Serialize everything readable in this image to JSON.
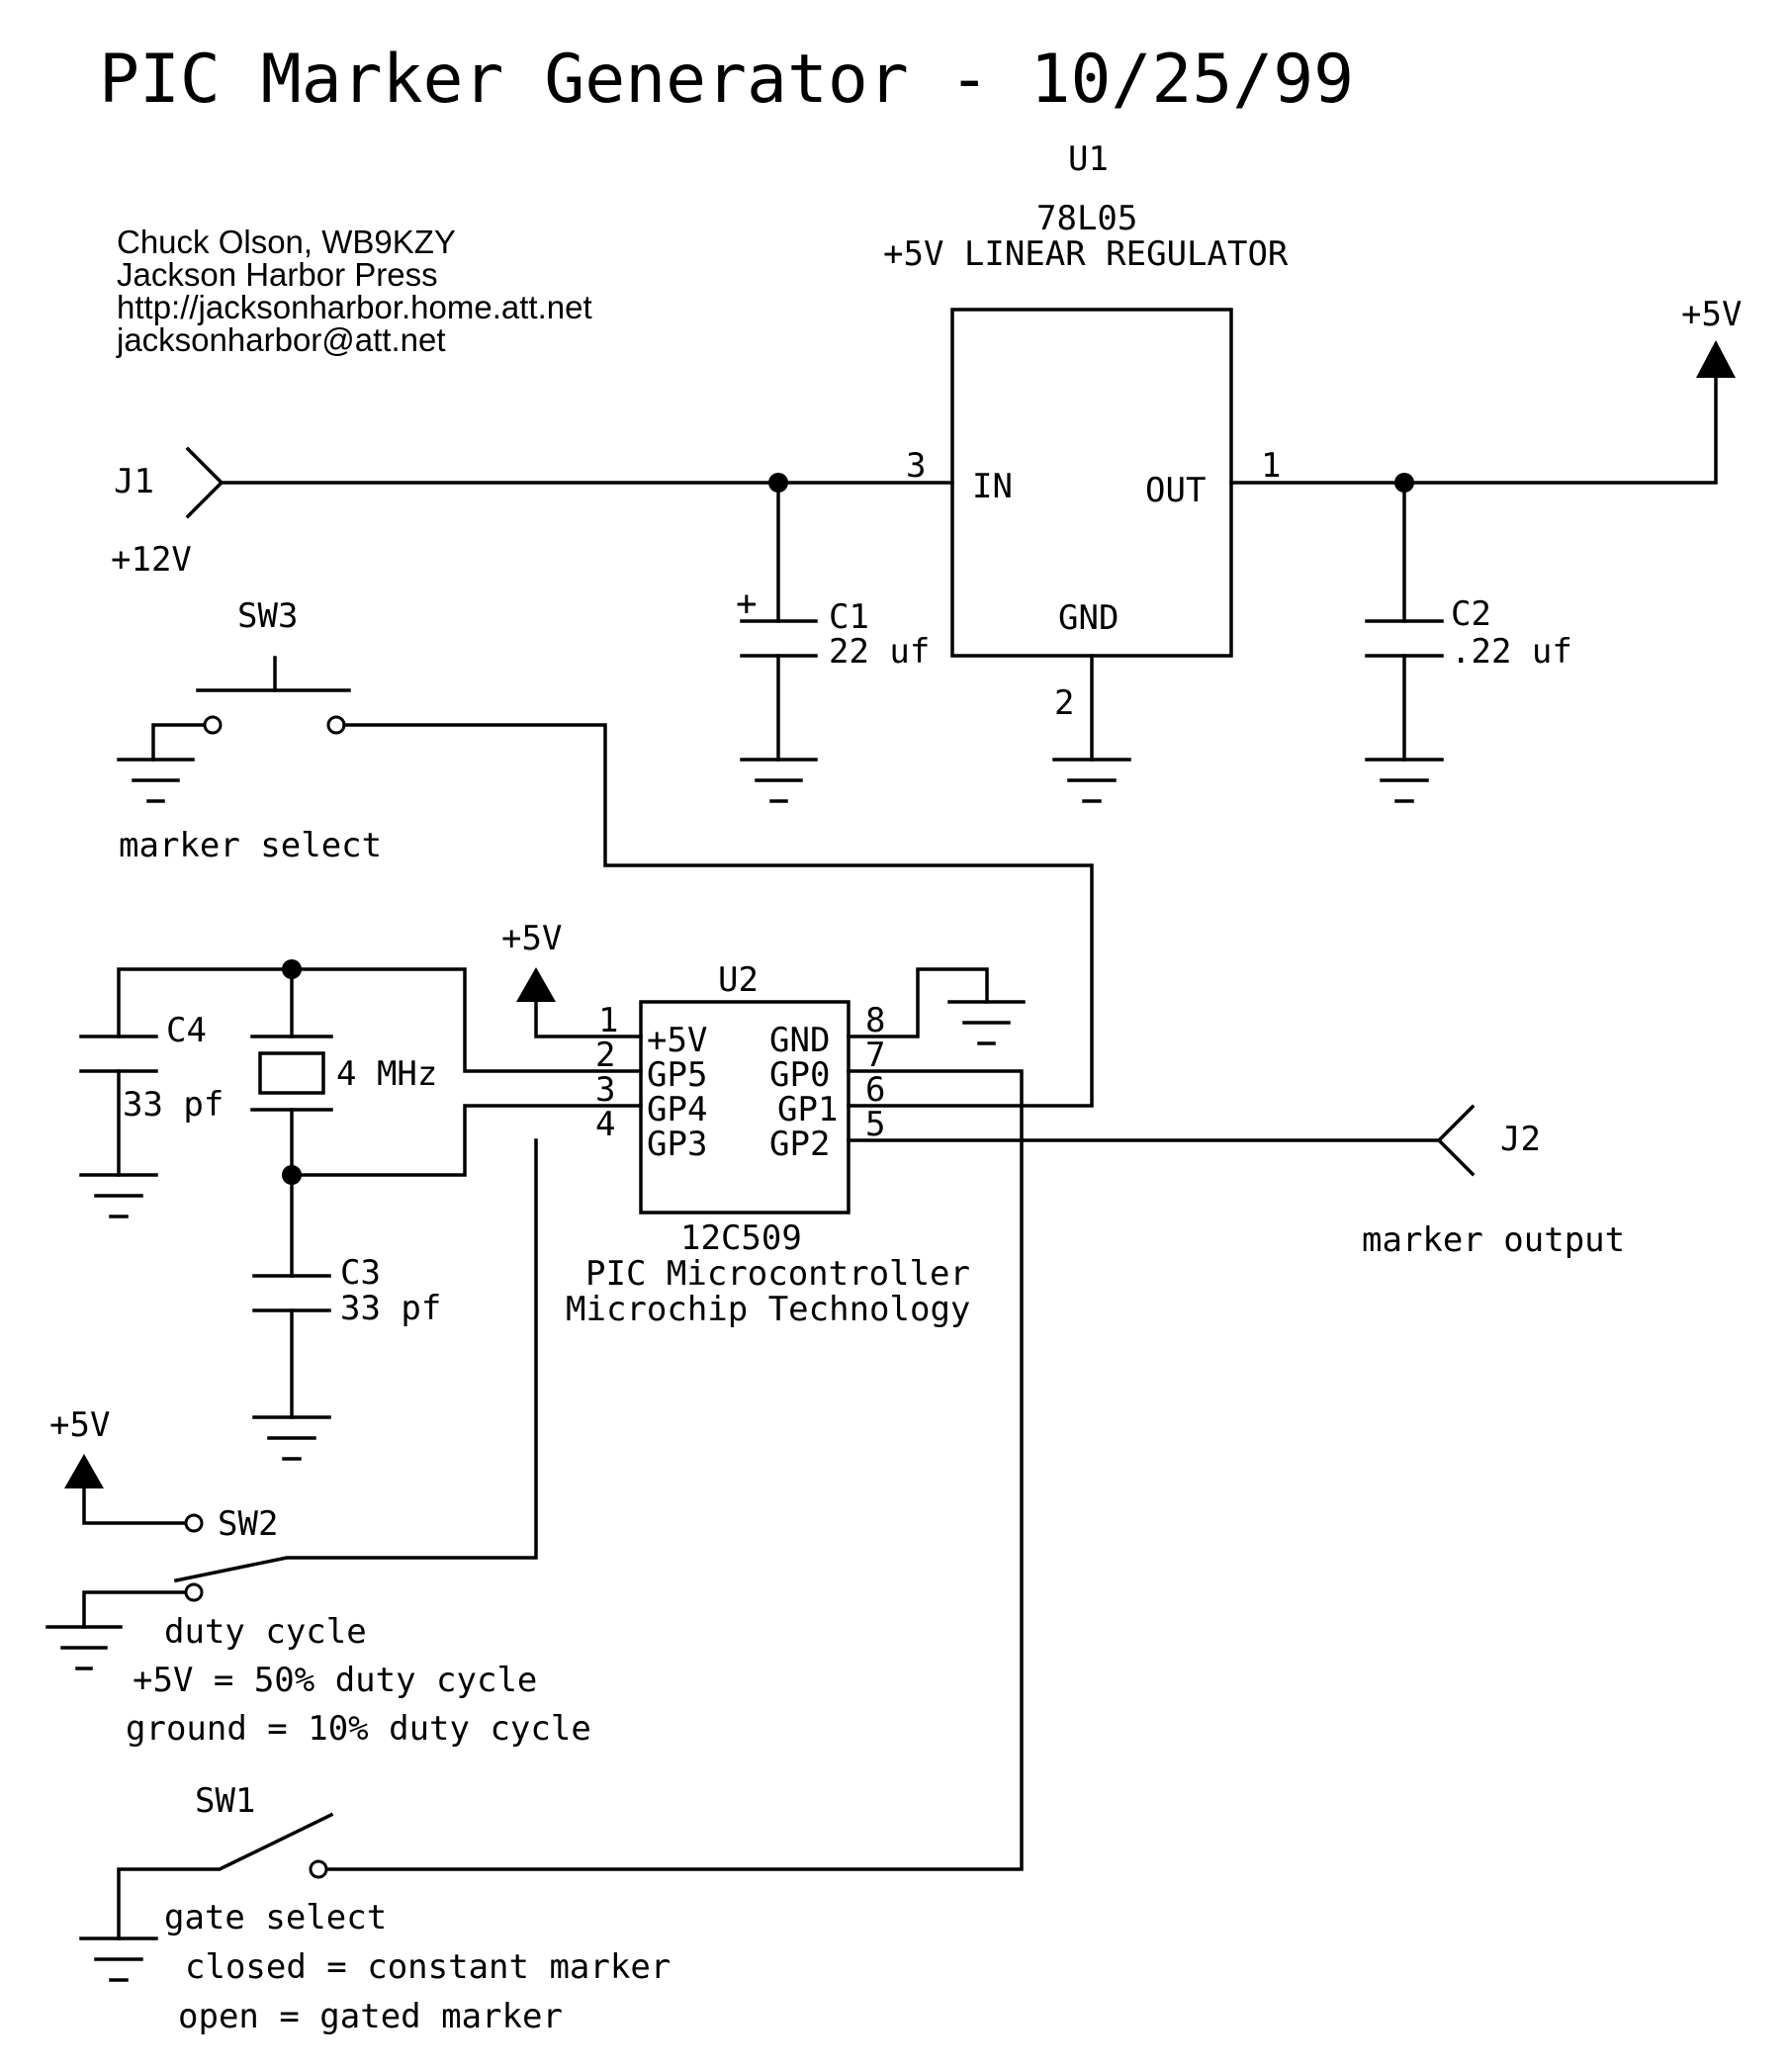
{
  "title": "PIC Marker Generator - 10/25/99",
  "credits": [
    "Chuck Olson, WB9KZY",
    "Jackson Harbor Press",
    "http://jacksonharbor.home.att.net",
    "jacksonharbor@att.net"
  ],
  "regulator": {
    "ref": "U1",
    "part": "78L05",
    "desc": "+5V LINEAR REGULATOR",
    "pin_in": "IN",
    "pin_out": "OUT",
    "pin_gnd": "GND",
    "num_in": "3",
    "num_out": "1",
    "num_gnd": "2"
  },
  "supply": "+5V",
  "j1": {
    "ref": "J1",
    "label": "+12V"
  },
  "c1": {
    "ref": "C1",
    "value": "22 uf",
    "polarity": "+"
  },
  "c2": {
    "ref": "C2",
    "value": ".22 uf"
  },
  "sw3": {
    "ref": "SW3",
    "label": "marker select"
  },
  "mcu": {
    "ref": "U2",
    "part": "12C509",
    "desc1": "PIC Microcontroller",
    "desc2": "Microchip Technology",
    "left_pins": [
      {
        "num": "1",
        "name": "+5V"
      },
      {
        "num": "2",
        "name": "GP5"
      },
      {
        "num": "3",
        "name": "GP4"
      },
      {
        "num": "4",
        "name": "GP3"
      }
    ],
    "right_pins": [
      {
        "num": "8",
        "name": "GND"
      },
      {
        "num": "7",
        "name": "GP0"
      },
      {
        "num": "6",
        "name": "GP1"
      },
      {
        "num": "5",
        "name": "GP2"
      }
    ]
  },
  "c4": {
    "ref": "C4",
    "value": "33 pf"
  },
  "xtal": {
    "value": "4 MHz"
  },
  "c3": {
    "ref": "C3",
    "value": "33 pf"
  },
  "j2": {
    "ref": "J2",
    "label": "marker output"
  },
  "sw2": {
    "ref": "SW2",
    "label": "duty cycle",
    "note1": "+5V = 50% duty cycle",
    "note2": "ground = 10% duty cycle"
  },
  "sw1": {
    "ref": "SW1",
    "label": "gate select",
    "note1": "closed = constant marker",
    "note2": "open = gated marker"
  }
}
